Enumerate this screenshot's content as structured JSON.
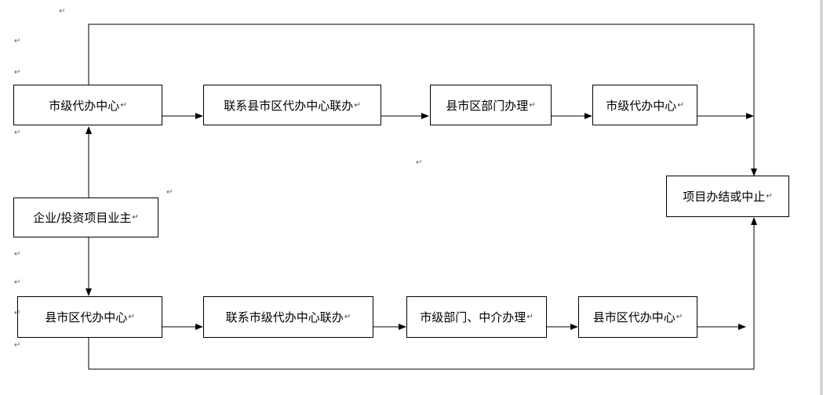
{
  "colors": {
    "line": "#000000",
    "box_border": "#000000",
    "paragraph_mark": "#666666"
  },
  "paragraph_mark": "↵",
  "nodes": {
    "city_center_top": {
      "label": "市级代办中心"
    },
    "contact_county": {
      "label": "联系县市区代办中心联办"
    },
    "county_dept": {
      "label": "县市区部门办理"
    },
    "city_center_end": {
      "label": "市级代办中心"
    },
    "owner": {
      "label": "企业/投资项目业主"
    },
    "finish": {
      "label": "项目办结或中止"
    },
    "county_center_bottom": {
      "label": "县市区代办中心"
    },
    "contact_city": {
      "label": "联系市级代办中心联办"
    },
    "city_dept": {
      "label": "市级部门、中介办理"
    },
    "county_center_end": {
      "label": "县市区代办中心"
    }
  }
}
